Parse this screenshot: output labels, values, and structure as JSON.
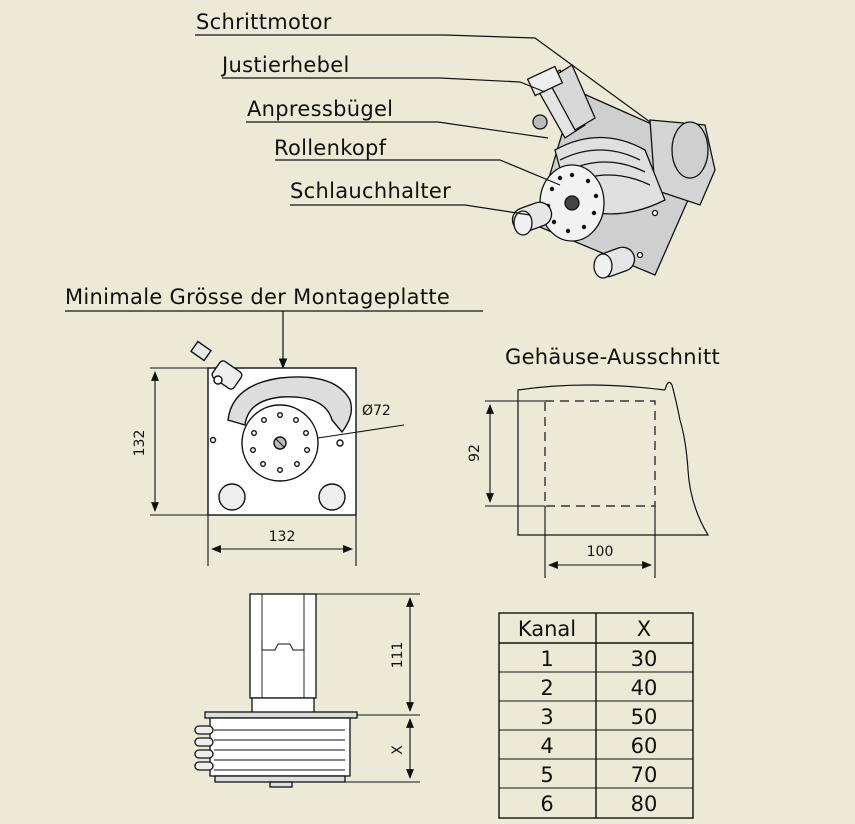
{
  "callouts": {
    "schrittmotor": "Schrittmotor",
    "justierhebel": "Justierhebel",
    "anpressbuegel": "Anpressbügel",
    "rollenkopf": "Rollenkopf",
    "schlauchhalter": "Schlauchhalter"
  },
  "front_view": {
    "title": "Minimale Grösse der Montageplatte",
    "height_dim": "132",
    "width_dim": "132",
    "diameter_label": "Ø72"
  },
  "cutout_view": {
    "title": "Gehäuse-Ausschnitt",
    "height_dim": "92",
    "width_dim": "100"
  },
  "side_view": {
    "motor_dim": "111",
    "channel_dim": "X"
  },
  "table": {
    "headers": [
      "Kanal",
      "X"
    ],
    "rows": [
      [
        "1",
        "30"
      ],
      [
        "2",
        "40"
      ],
      [
        "3",
        "50"
      ],
      [
        "4",
        "60"
      ],
      [
        "5",
        "70"
      ],
      [
        "6",
        "80"
      ]
    ]
  },
  "colors": {
    "background": "#ecead7",
    "line": "#111111",
    "pump_grey": "#d9d9d9"
  }
}
